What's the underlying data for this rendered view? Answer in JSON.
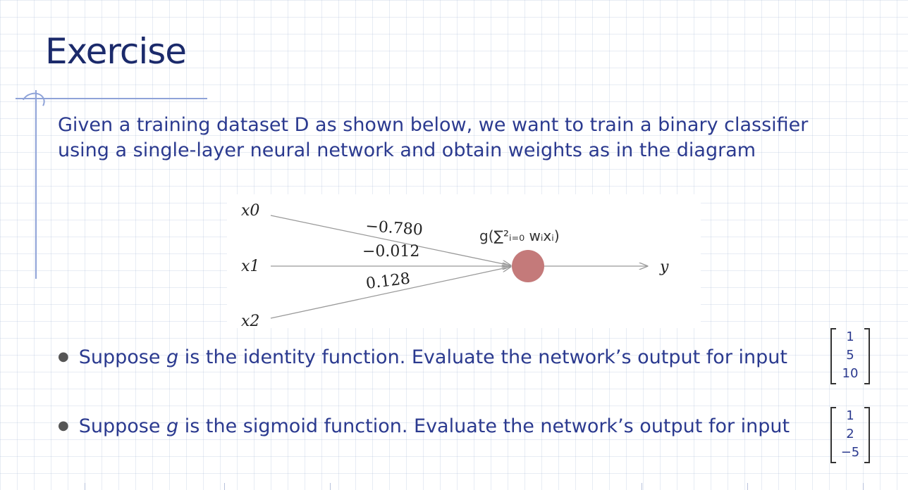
{
  "slide": {
    "title": "Exercise",
    "intro_line1": "Given a training dataset D as shown below, we want to train a binary classifier",
    "intro_line2": "using a single-layer neural network and obtain weights as in the diagram"
  },
  "diagram": {
    "inputs": [
      "x0",
      "x1",
      "x2"
    ],
    "weights": [
      "−0.780",
      "−0.012",
      "0.128"
    ],
    "node_label": "g(∑²ᵢ₌₀ wᵢxᵢ)",
    "output": "y",
    "node_color": "#c47a7a"
  },
  "questions": [
    {
      "prefix": "Suppose ",
      "var": "g",
      "text": " is the identity function. Evaluate the network’s output for input",
      "vector": [
        "1",
        "5",
        "10"
      ]
    },
    {
      "prefix": "Suppose ",
      "var": "g",
      "text": " is the sigmoid function. Evaluate the network’s output for input",
      "vector": [
        "1",
        "2",
        "−5"
      ]
    }
  ],
  "colors": {
    "title": "#1b2a6b",
    "text": "#2b3a8f",
    "accent_lines": "#8fa3d8"
  }
}
